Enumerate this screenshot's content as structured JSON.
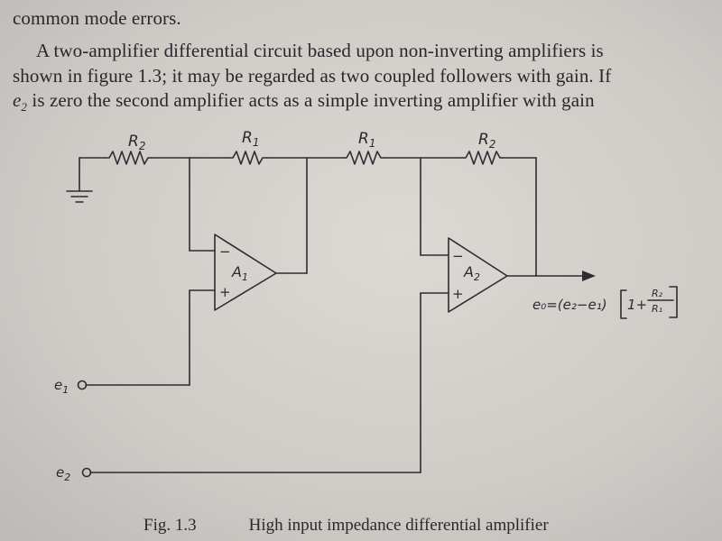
{
  "text": {
    "line_0": "common mode errors.",
    "line_1": "A two-amplifier differential circuit based upon non-inverting amplifiers is",
    "line_2": "shown in figure 1.3; it may be regarded as two coupled followers with gain. If",
    "line_3_var": "e",
    "line_3_sub": "2",
    "line_3_rest": " is zero the second amplifier acts as a simple inverting amplifier with gain"
  },
  "circuit": {
    "resistors": [
      "R2",
      "R1",
      "R1",
      "R2"
    ],
    "resistor_letter": "R",
    "resistor_subs": [
      "2",
      "1",
      "1",
      "2"
    ],
    "amplifier_1": {
      "letter": "A",
      "sub": "1",
      "minus": "−",
      "plus": "+"
    },
    "amplifier_2": {
      "letter": "A",
      "sub": "2",
      "minus": "−",
      "plus": "+"
    },
    "input_1": {
      "letter": "e",
      "sub": "1"
    },
    "input_2": {
      "letter": "e",
      "sub": "2"
    },
    "output_equation": {
      "lhs": "e₀=(e₂−e₁)",
      "bracket_open": "[",
      "one_plus": "1+",
      "frac_num": "R₂",
      "frac_den": "R₁",
      "bracket_close": "]"
    }
  },
  "caption": {
    "label": "Fig. 1.3",
    "title": "High input impedance differential amplifier"
  }
}
